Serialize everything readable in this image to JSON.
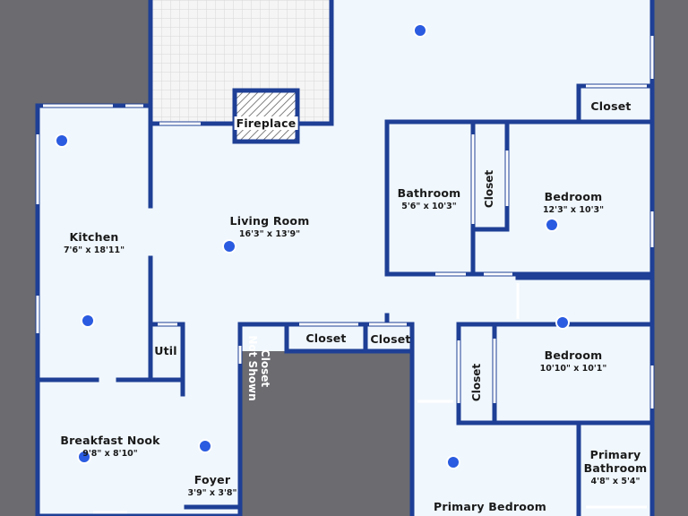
{
  "plan": {
    "colors": {
      "background": "#6b6b70",
      "floor": "#f0f7fd",
      "wall": "#1e3f95",
      "window": "#ffffff",
      "marker": "#2a5be0",
      "patio": "#f5f5f5",
      "patio_grid": "#d8d8d8"
    },
    "rooms": [
      {
        "id": "kitchen",
        "name": "Kitchen",
        "dims": "7'6\" x 18'11\""
      },
      {
        "id": "living",
        "name": "Living Room",
        "dims": "16'3\" x 13'9\""
      },
      {
        "id": "bath1",
        "name": "Bathroom",
        "dims": "5'6\" x 10'3\""
      },
      {
        "id": "bed1",
        "name": "Bedroom",
        "dims": "12'3\" x 10'3\""
      },
      {
        "id": "bed2",
        "name": "Bedroom",
        "dims": "10'10\" x 10'1\""
      },
      {
        "id": "nook",
        "name": "Breakfast Nook",
        "dims": "9'8\" x 8'10\""
      },
      {
        "id": "foyer",
        "name": "Foyer",
        "dims": "3'9\" x 3'8\""
      },
      {
        "id": "pbath",
        "name": "Primary Bathroom",
        "name_line1": "Primary",
        "name_line2": "Bathroom",
        "dims": "4'8\" x 5'4\""
      },
      {
        "id": "pbed",
        "name": "Primary Bedroom",
        "dims": ""
      }
    ],
    "labels": {
      "fireplace": "Fireplace",
      "util": "Util",
      "closet_top_right": "Closet",
      "closet_bed1": "Closet",
      "closet_hall_1": "Closet",
      "closet_hall_2": "Closet",
      "closet_bed2": "Closet",
      "closet_not_shown_line1": "Closet",
      "closet_not_shown_line2": "Not Shown"
    },
    "icons": {
      "marker": "camera-position-icon",
      "fireplace": "fireplace-hatch-icon"
    },
    "markers_count": 9
  }
}
